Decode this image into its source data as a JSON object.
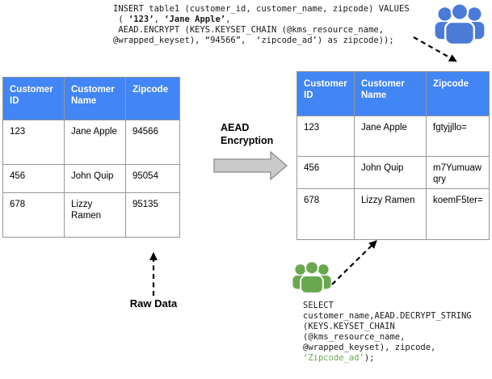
{
  "insert_code": {
    "l1": "INSERT table1 (customer_id, customer_name, zipcode) VALUES",
    "l2a": " ( ",
    "l2b": "‘123’",
    "l2c": ", ",
    "l2d": "‘Jane Apple’",
    "l2e": ",",
    "l3": " AEAD.ENCRYPT (KEYS.KEYSET_CHAIN (@kms_resource_name,",
    "l4": "@wrapped_keyset), “94566”,  ‘zipcode_ad’) as zipcode));"
  },
  "select_code": {
    "l1": "SELECT",
    "l2": "customer_name,AEAD.DECRYPT_STRING",
    "l3": "(KEYS.KEYSET_CHAIN",
    "l4": "(@kms_resource_name,",
    "l5": "@wrapped_keyset), zipcode,",
    "l6_green": "‘Zipcode_ad’",
    "l6_rest": ");"
  },
  "left_table": {
    "headers": [
      "Customer ID",
      "Customer Name",
      "Zipcode"
    ],
    "rows": [
      [
        "123",
        "Jane Apple",
        "94566"
      ],
      [
        "456",
        "John Quip",
        "95054"
      ],
      [
        "678",
        "Lizzy Ramen",
        "95135"
      ]
    ]
  },
  "right_table": {
    "headers": [
      "Customer ID",
      "Customer Name",
      "Zipcode"
    ],
    "rows": [
      [
        "123",
        "Jane Apple",
        "fgtyjjllo="
      ],
      [
        "456",
        "John Quip",
        "m7Yumuawqry"
      ],
      [
        "678",
        "Lizzy Ramen",
        "koemF5ter="
      ]
    ]
  },
  "labels": {
    "encryption": "AEAD Encryption",
    "raw_data": "Raw Data"
  },
  "icons": {
    "top_right": "people-group-icon",
    "bottom_middle": "people-group-icon"
  },
  "colors": {
    "table_header_blue": "#4285f4",
    "table_border_gray": "#979797",
    "block_arrow_fill": "#c9c9c9",
    "block_arrow_stroke": "#8a8a8a",
    "icon_blue": "#4a7bd9",
    "icon_green": "#6aa84f",
    "code_green": "#6aa84f"
  }
}
